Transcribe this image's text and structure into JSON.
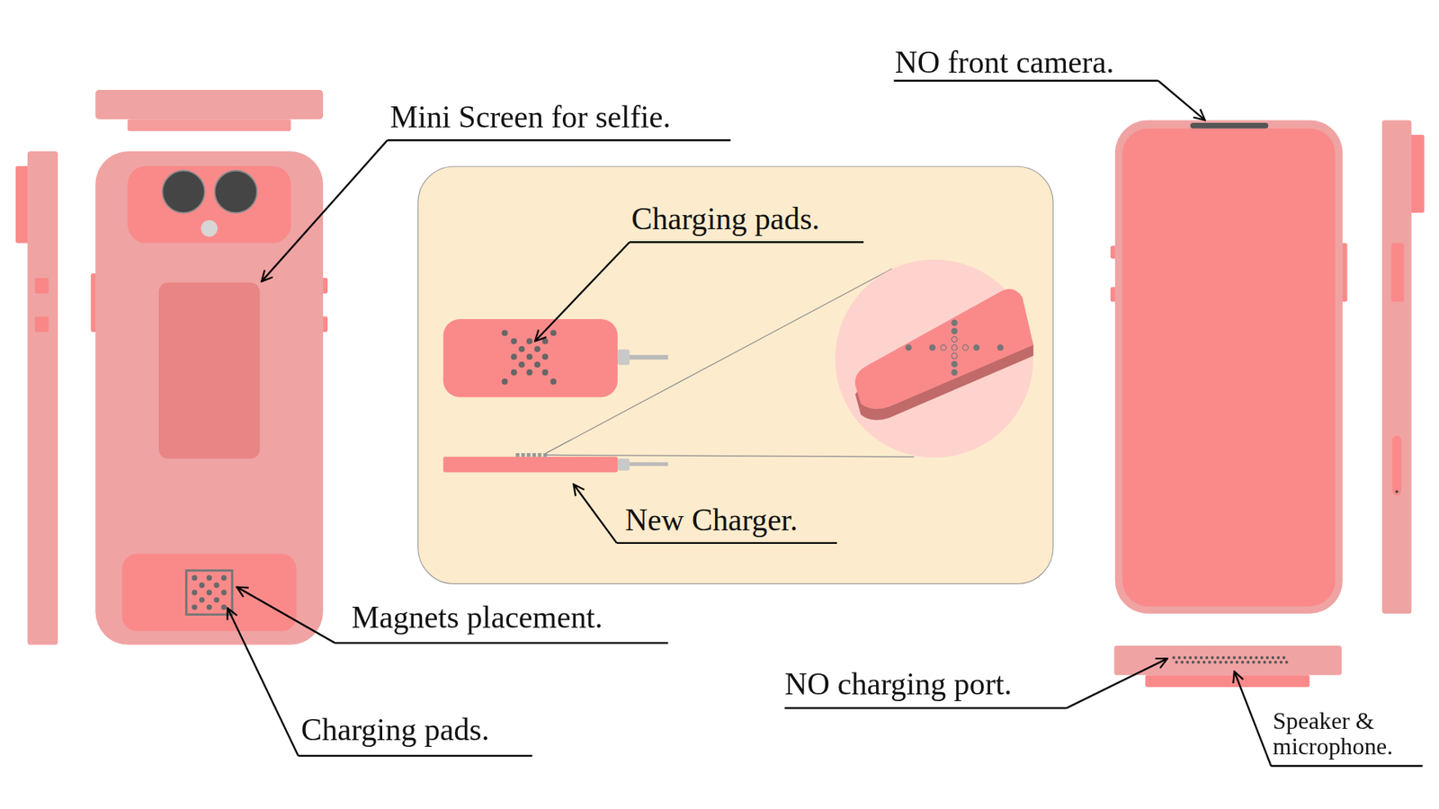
{
  "diagram": {
    "nodes": [
      {
        "text": [
          "Charging pads.",
          "New Charger."
        ]
      }
    ],
    "labels": [
      "Mini Screen for selfie.",
      "NO front camera.",
      "Magnets placement.",
      "Charging pads.",
      "NO charging port.",
      "Speaker & microphone."
    ]
  }
}
